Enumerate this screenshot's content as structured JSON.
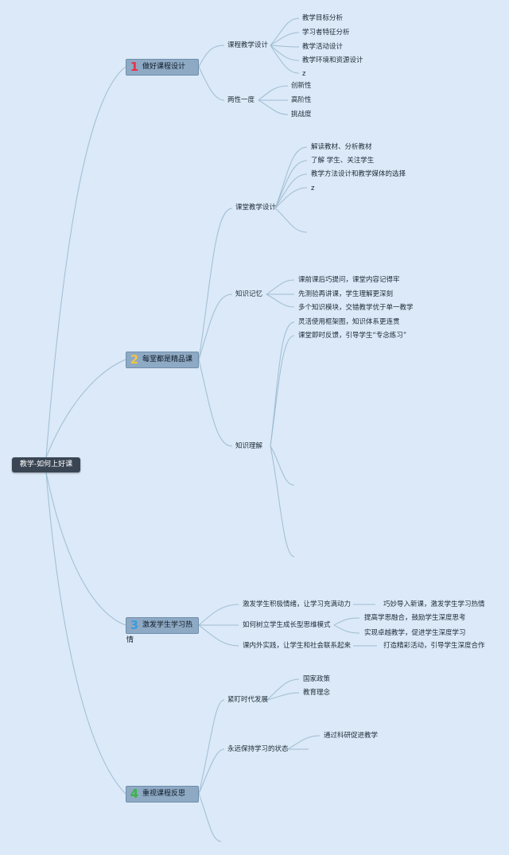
{
  "root": "教学-如何上好课",
  "colors": {
    "num1": "#e5334a",
    "num2": "#f2c541",
    "num3": "#3c9be0",
    "num4": "#3db249"
  },
  "topics": [
    {
      "num": "1",
      "label": "做好课程设计",
      "children": [
        {
          "label": "课程教学设计",
          "children": [
            "教学目标分析",
            "学习者特征分析",
            "教学活动设计",
            "教学环境和资源设计",
            "z"
          ]
        },
        {
          "label": "两性一度",
          "children": [
            "创新性",
            "高阶性",
            "挑战度"
          ]
        }
      ]
    },
    {
      "num": "2",
      "label": "每堂都是精品课",
      "children": [
        {
          "label": "课堂教学设计",
          "children": [
            "解读教材、分析教材",
            "了解 学生、关注学生",
            "教学方法设计和教学媒体的选择",
            "z"
          ]
        },
        {
          "label": "知识记忆",
          "children": [
            "课前课后巧提问，课堂内容记得牢",
            "先测验再讲课，学生理解更深刻",
            "多个知识模块，交错教学优于单一教学"
          ]
        },
        {
          "label": "知识理解",
          "children": [
            "灵活使用框架图，知识体系更连贯",
            "课堂即时反馈，引导学生“专念练习”"
          ]
        }
      ]
    },
    {
      "num": "3",
      "label": "激发学生学习热情",
      "children": [
        {
          "label": "激发学生积极情绪，让学习充满动力",
          "children": [
            "巧妙导入新课，激发学生学习热情"
          ]
        },
        {
          "label": "如何树立学生成长型思维模式",
          "children": [
            "提高学思融合，鼓励学生深度思考",
            "实现卓越教学，促进学生深度学习"
          ]
        },
        {
          "label": "课内外实践，让学生和社会联系起来",
          "children": [
            "打造精彩活动，引导学生深度合作"
          ]
        }
      ]
    },
    {
      "num": "4",
      "label": "重视课程反思",
      "children": [
        {
          "label": "紧盯时代发展",
          "children": [
            "国家政策",
            "教育理念"
          ]
        },
        {
          "label": "永远保持学习的状态",
          "children": [
            "通过科研促进教学"
          ]
        }
      ]
    }
  ]
}
